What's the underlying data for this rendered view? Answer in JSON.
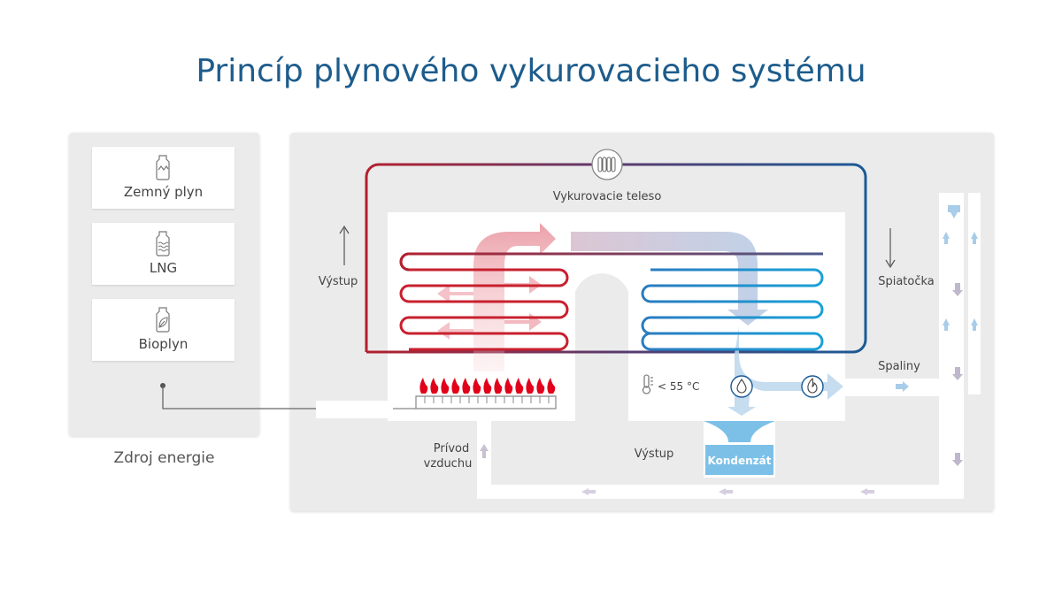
{
  "title": "Princíp plynového vykurovacieho systému",
  "sources": {
    "caption": "Zdroj energie",
    "items": [
      {
        "label": "Zemný plyn",
        "icon": "natural-gas-icon"
      },
      {
        "label": "LNG",
        "icon": "lng-icon"
      },
      {
        "label": "Bioplyn",
        "icon": "biogas-icon"
      }
    ]
  },
  "labels": {
    "radiator": "Vykurovacie teleso",
    "supply": "Výstup",
    "return": "Spiatočka",
    "flue_gas": "Spaliny",
    "temperature": "< 55 °C",
    "air_intake_line1": "Prívod",
    "air_intake_line2": "vzduchu",
    "exhaust": "Výstup",
    "condensate": "Kondenzát"
  },
  "colors": {
    "title": "#1d5c8c",
    "hot": "#b3202e",
    "cold": "#1a5a96",
    "flame": "#e2001a",
    "condensate": "#7cc0e8",
    "panel": "#ebebeb"
  }
}
